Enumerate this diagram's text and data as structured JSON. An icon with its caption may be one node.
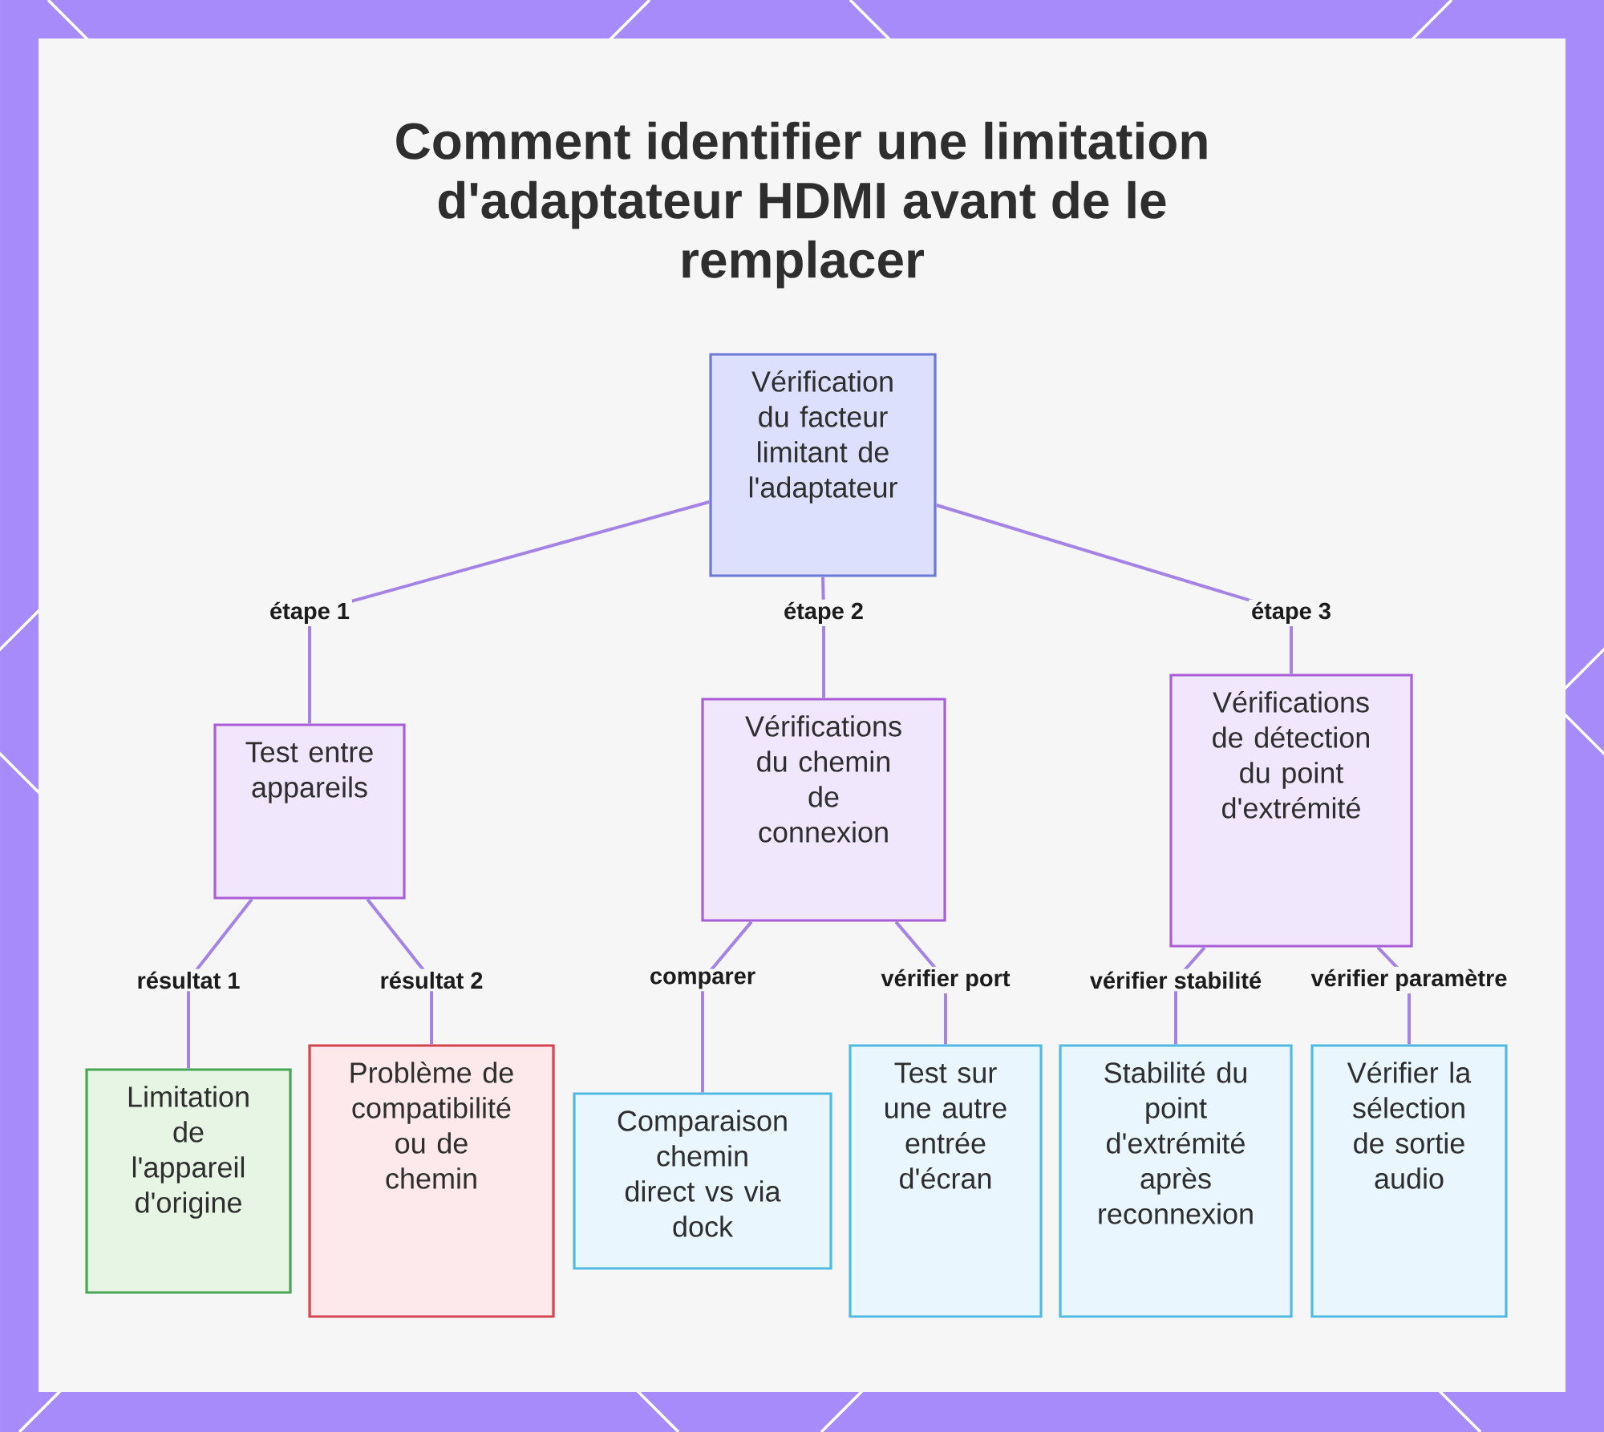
{
  "diagram": {
    "title": "Comment identifier une limitation d'adaptateur HDMI avant de le remplacer",
    "nodes": [
      {
        "text": [
          "Vérification du facteur limitant de l'adaptateur"
        ]
      },
      {
        "text": [
          "Test entre appareils"
        ]
      },
      {
        "text": [
          "Vérifications du chemin de connexion"
        ]
      },
      {
        "text": [
          "Vérifications de détection du point d'extrémité"
        ]
      },
      {
        "text": [
          "Limitation de l'appareil d'origine"
        ]
      },
      {
        "text": [
          "Problème de compatibilité ou de chemin"
        ]
      },
      {
        "text": [
          "Comparaison chemin direct vs via dock"
        ]
      },
      {
        "text": [
          "Test sur une autre entrée d'écran"
        ]
      },
      {
        "text": [
          "Stabilité du point d'extrémité après reconnexion"
        ]
      },
      {
        "text": [
          "Vérifier la sélection de sortie audio"
        ]
      }
    ],
    "edges": [
      {
        "from": 0,
        "to": 1,
        "label": "étape 1",
        "arrow": "none"
      },
      {
        "from": 0,
        "to": 2,
        "label": "étape 2",
        "arrow": "none"
      },
      {
        "from": 0,
        "to": 3,
        "label": "étape 3",
        "arrow": "none"
      },
      {
        "from": 1,
        "to": 4,
        "label": "résultat 1",
        "arrow": "none"
      },
      {
        "from": 1,
        "to": 5,
        "label": "résultat 2",
        "arrow": "none"
      },
      {
        "from": 2,
        "to": 6,
        "label": "comparer",
        "arrow": "none"
      },
      {
        "from": 2,
        "to": 7,
        "label": "vérifier port",
        "arrow": "none"
      },
      {
        "from": 3,
        "to": 8,
        "label": "vérifier stabilité",
        "arrow": "none"
      },
      {
        "from": 3,
        "to": 9,
        "label": "vérifier paramètre",
        "arrow": "none"
      }
    ]
  }
}
